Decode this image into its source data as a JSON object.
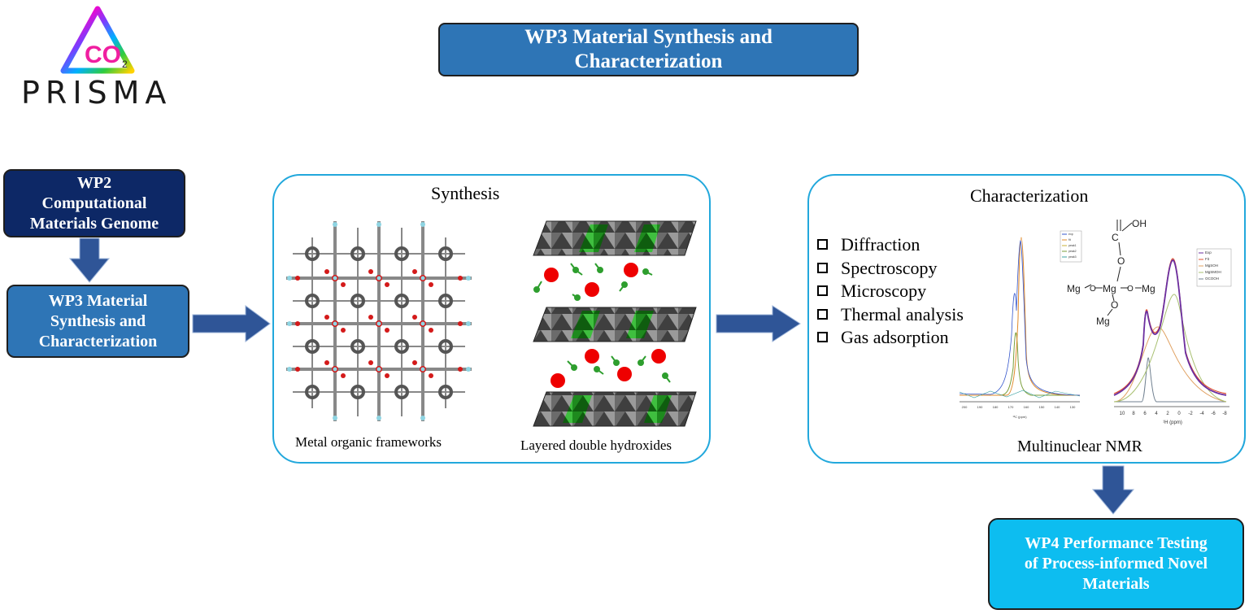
{
  "logo": {
    "word": "PRISMA",
    "co2": "CO",
    "sub": "2"
  },
  "title": {
    "line1": "WP3 Material Synthesis and",
    "line2": "Characterization"
  },
  "wp2": {
    "line1": "WP2",
    "line2": "Computational",
    "line3": "Materials Genome"
  },
  "wp3": {
    "line1": "WP3 Material",
    "line2": "Synthesis and",
    "line3": "Characterization"
  },
  "wp4": {
    "line1": "WP4 Performance Testing",
    "line2": "of Process-informed Novel",
    "line3": "Materials"
  },
  "synthesis": {
    "title": "Synthesis",
    "caption_left": "Metal organic frameworks",
    "caption_right": "Layered double hydroxides"
  },
  "characterization": {
    "title": "Characterization",
    "items": [
      "Diffraction",
      "Spectroscopy",
      "Microscopy",
      "Thermal analysis",
      "Gas adsorption"
    ],
    "caption": "Multinuclear NMR",
    "structure_labels": {
      "oh": "OH",
      "o1": "O",
      "o2": "O",
      "mg_left": "Mg",
      "mg_center": "Mg",
      "mg_right": "Mg",
      "mg_bottom": "Mg",
      "c": "C"
    },
    "left_spectrum": {
      "legend": [
        "exp",
        "fit",
        "peak1",
        "peak2",
        "peak3"
      ],
      "ticks": [
        "200",
        "190",
        "180",
        "170",
        "160",
        "150",
        "140",
        "130"
      ],
      "xlabel": "¹³C (ppm)"
    },
    "right_spectrum": {
      "legend": [
        "Exp",
        "Fit",
        "MgSOH",
        "MgSMOH",
        "OCOOH"
      ],
      "ticks": [
        "10",
        "8",
        "6",
        "4",
        "2",
        "0",
        "-2",
        "-4",
        "-6",
        "-8"
      ],
      "xlabel": "¹H (ppm)"
    }
  },
  "colors": {
    "title_box": "#2e75b6",
    "wp2_box": "#0d2866",
    "wp4_box": "#0dbdf0",
    "panel_border": "#22a8dc",
    "arrow": "#2f5597"
  }
}
